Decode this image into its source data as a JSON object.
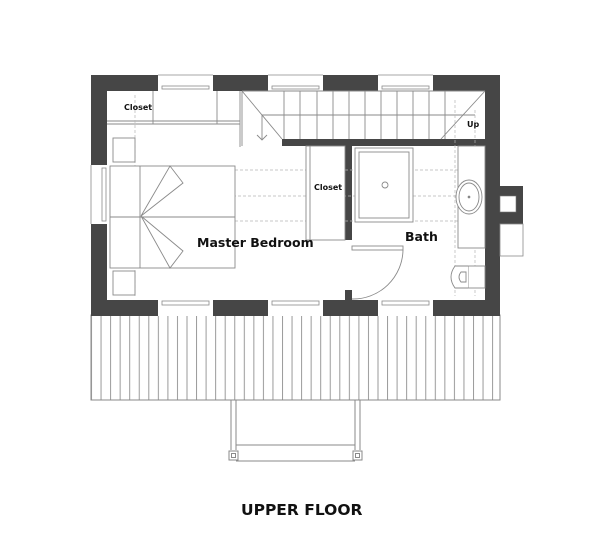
{
  "plan": {
    "title": "UPPER FLOOR",
    "rooms": [
      {
        "id": "master_bedroom",
        "label": "Master Bedroom"
      },
      {
        "id": "bath",
        "label": "Bath"
      },
      {
        "id": "closet_nw",
        "label": "Closet"
      },
      {
        "id": "closet_center",
        "label": "Closet"
      }
    ],
    "stairs": {
      "label": "Up"
    },
    "colors": {
      "wall": "#464646",
      "line": "#8a8a8a",
      "background": "#ffffff"
    }
  }
}
